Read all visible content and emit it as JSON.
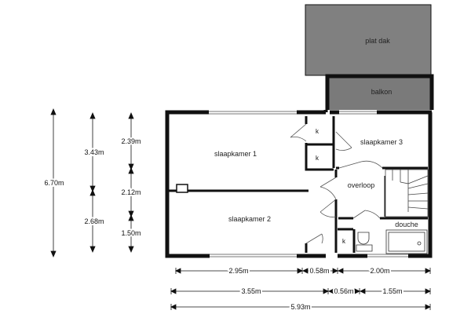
{
  "rooms": {
    "plat_dak": "plat dak",
    "balkon": "balkon",
    "slaapkamer_1": "slaapkamer 1",
    "slaapkamer_2": "slaapkamer 2",
    "slaapkamer_3": "slaapkamer 3",
    "overloop": "overloop",
    "douche": "douche",
    "kast": "k"
  },
  "dimensions": {
    "total_depth": "6.70m",
    "depth_left_top": "3.43m",
    "depth_left_bottom": "2.68m",
    "depth_inner_top": "2.39m",
    "depth_inner_mid": "2.12m",
    "depth_inner_bottom": "1.50m",
    "width_row1": [
      "2.95m",
      "0.58m",
      "2.00m"
    ],
    "width_row2": [
      "3.55m",
      "0.56m",
      "1.55m"
    ],
    "total_width": "5.93m"
  },
  "colors": {
    "wall": "#111111",
    "roof_fill": "#808080",
    "balcony_fill": "#7a7a7a",
    "line": "#000000"
  }
}
